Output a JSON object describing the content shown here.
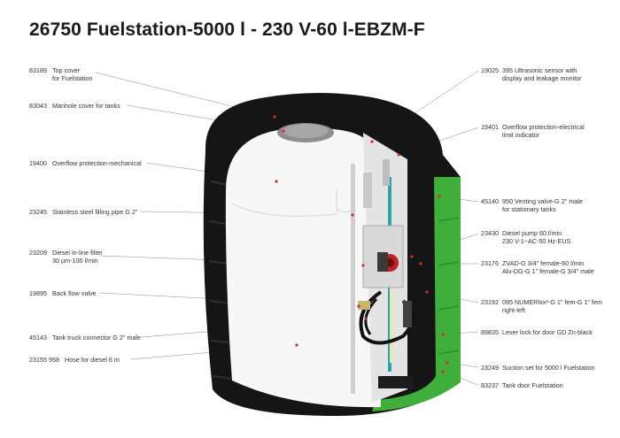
{
  "title": "26750 Fuelstation-5000 l - 230 V-60 l-EBZM-F",
  "labels_left": [
    {
      "number": "83189",
      "text": "Top cover",
      "text2": "for Fuelstation"
    },
    {
      "number": "83043",
      "text": "Manhole cover for tanks"
    },
    {
      "number": "19400",
      "text": "Overflow protection-mechanical"
    },
    {
      "number": "23245",
      "text": "Stainless steel filling pipe G 2\""
    },
    {
      "number": "23209",
      "text": "Diesel in-line filter",
      "text2": "30 µm-100 l/min"
    },
    {
      "number": "19895",
      "text": "Back flow valve"
    },
    {
      "number": "45143",
      "text": "Tank truck connector G 2\" male"
    },
    {
      "number": "23155 958",
      "text": "Hose for diesel 6 m"
    }
  ],
  "labels_right": [
    {
      "number": "19025",
      "text": "395 Ultrasonic sensor with",
      "text2": "display and leakage monitor"
    },
    {
      "number": "19401",
      "text": "Overflow protection-electrical",
      "text2": "limit indicator"
    },
    {
      "number": "45140",
      "text": "950 Venting valve-G 2\" male",
      "text2": "for stationary tanks"
    },
    {
      "number": "23430",
      "text": "Diesel pump 60 l/min",
      "text2": "230 V-1~AC-50 Hz-EUS"
    },
    {
      "number": "23176",
      "text": "ZVAD-G 3/4\" female-60 l/min",
      "text2": "Alu-DG-G 1\" female-G 3/4\" male"
    },
    {
      "number": "23192",
      "text": "095 NUMERIxx³-G 1\" fem-G 1\" fem",
      "text2": "right-left"
    },
    {
      "number": "89835",
      "text": "Lever lock for door GD Zn-black"
    },
    {
      "number": "23249",
      "text": "Suction set for 5000 l Fuelstation"
    },
    {
      "number": "83237",
      "text": "Tank door Fuelstation"
    }
  ],
  "colors": {
    "tank_black": "#151515",
    "tank_green": "#3fae3a",
    "inner_white": "#f7f7f7",
    "leader": "#8a8a8a",
    "marker": "#d62b2b"
  }
}
